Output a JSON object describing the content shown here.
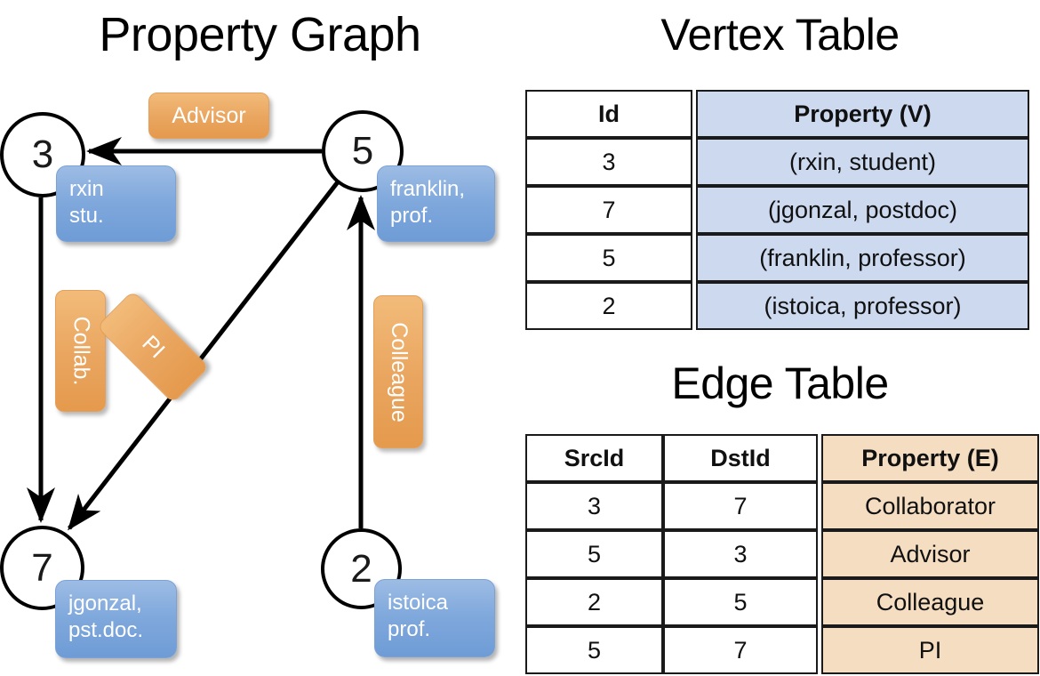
{
  "titles": {
    "property_graph": "Property Graph",
    "vertex_table": "Vertex Table",
    "edge_table": "Edge Table"
  },
  "graph": {
    "nodes": [
      {
        "id": "3",
        "property": "rxin\nstu."
      },
      {
        "id": "5",
        "property": "franklin,\nprof."
      },
      {
        "id": "7",
        "property": "jgonzal,\npst.doc."
      },
      {
        "id": "2",
        "property": "istoica\nprof."
      }
    ],
    "node_labels": {
      "n3": "3",
      "n5": "5",
      "n7": "7",
      "n2": "2"
    },
    "node_props": {
      "rxin_line1": "rxin",
      "rxin_line2": "stu.",
      "franklin_line1": "franklin,",
      "franklin_line2": "prof.",
      "jgonzal_line1": "jgonzal,",
      "jgonzal_line2": "pst.doc.",
      "istoica_line1": "istoica",
      "istoica_line2": "prof."
    },
    "edge_labels": {
      "advisor": "Advisor",
      "collab": "Collab.",
      "pi": "PI",
      "colleague": "Colleague"
    },
    "edges": [
      {
        "from": "5",
        "to": "3",
        "label": "Advisor"
      },
      {
        "from": "3",
        "to": "7",
        "label": "Collab."
      },
      {
        "from": "5",
        "to": "7",
        "label": "PI"
      },
      {
        "from": "2",
        "to": "5",
        "label": "Colleague"
      }
    ]
  },
  "vertex_table": {
    "headers": [
      "Id",
      "Property (V)"
    ],
    "rows": [
      {
        "id": "3",
        "property": "(rxin, student)"
      },
      {
        "id": "7",
        "property": "(jgonzal, postdoc)"
      },
      {
        "id": "5",
        "property": "(franklin, professor)"
      },
      {
        "id": "2",
        "property": "(istoica, professor)"
      }
    ]
  },
  "edge_table": {
    "headers": [
      "SrcId",
      "DstId",
      "Property (E)"
    ],
    "rows": [
      {
        "src": "3",
        "dst": "7",
        "property": "Collaborator"
      },
      {
        "src": "5",
        "dst": "3",
        "property": "Advisor"
      },
      {
        "src": "2",
        "dst": "5",
        "property": "Colleague"
      },
      {
        "src": "5",
        "dst": "7",
        "property": "PI"
      }
    ]
  },
  "colors": {
    "vertex_property_fill": "#ccd9ef",
    "edge_property_fill": "#f5ddc2",
    "node_box_blue": "#7fa8dc",
    "edge_label_orange": "#e9a55f",
    "stroke": "#000000"
  }
}
